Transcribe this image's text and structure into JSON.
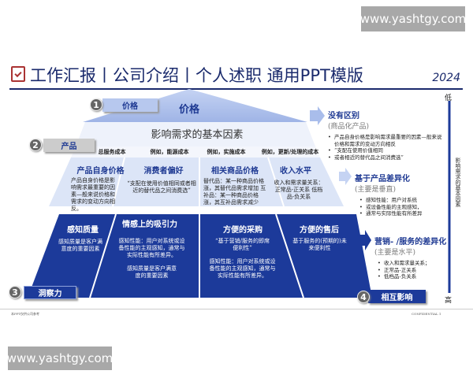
{
  "watermark": "www.yashtgy.com",
  "header": {
    "title": "工作汇报丨公司介绍丨个人述职 通用PPT模版",
    "year": "2024",
    "icon": "clipboard-check-icon"
  },
  "pyramid": {
    "top": "价格",
    "band_title": "影响需求的基本因素",
    "examples": [
      "总服务成本",
      "例如，能源成本",
      "例如，实施成本",
      "例如，更新/处理的成本"
    ],
    "middle": [
      {
        "title": "产品自身价格",
        "text": "产品自身价格是影响需求最重要的因素—般来说价格和需求的变动方向相反。"
      },
      {
        "title": "消费者偏好",
        "text": "“支配在使用价值相同或者相近的替代品之间消费选”"
      },
      {
        "title": "相关商品价格",
        "text": "替代品：某一种商品价格涨，其替代品需求增加 互补品：某一种商品价格涨，其互补品需求减少"
      },
      {
        "title": "收入水平",
        "text": "收入和需求量关系：正常品-正关系 低档品-负关系"
      }
    ],
    "bottom": [
      {
        "title": "感知质量",
        "text": "感知质量是客户满意度的重要因素"
      },
      {
        "title": "情感上的吸引力",
        "text": "感知性能：用户对系统或设备性能的主观感知，通常与实际性能有所差异。",
        "text2": "感知质量是客户满意度的重要因素"
      },
      {
        "title": "方便的采购",
        "text": "“基于营销/服务的即席便利性”",
        "text2": "感知性能：用户对系统或设备性能的主观感知，通常与实际性能有所差异。"
      },
      {
        "title": "方便的售后",
        "text": "基于服务的(预期的)未来便利性"
      }
    ]
  },
  "badges": [
    {
      "num": "1",
      "label": "价格"
    },
    {
      "num": "2",
      "label": "产品"
    },
    {
      "num": "3",
      "label": "洞察力"
    },
    {
      "num": "4",
      "label": "相互影响"
    }
  ],
  "right": [
    {
      "title": "没有区别",
      "sub": "(商品化产品)",
      "items": [
        "产品自身价格是影响需求最重要的因素—般来说价格和需求的变动方向相反",
        "“支配在使用价值相同",
        "或者相近的替代品之间消费选”"
      ]
    },
    {
      "title": "基于产品差异化",
      "sub": "(主要是垂直)",
      "items": [
        "感知性能：用户对系统",
        "或设备性能的主观感知，",
        "通常与实际性能有所差异",
        ""
      ]
    },
    {
      "title": "营销- /服务的差异化",
      "sub": "(主要是水平)",
      "items": [
        "收入和需求量关系；",
        "正常品-正关系",
        "低档品-负关系"
      ]
    }
  ],
  "scale": {
    "low": "低",
    "high": "高",
    "label": "影响需求的基本因素"
  },
  "footer": {
    "left": "本PPT仅供公司参考",
    "right": "CONFIDENTIAL 1"
  },
  "colors": {
    "navy": "#1f3a93",
    "light": "#dce5f7",
    "top": "#a9bdeb"
  }
}
